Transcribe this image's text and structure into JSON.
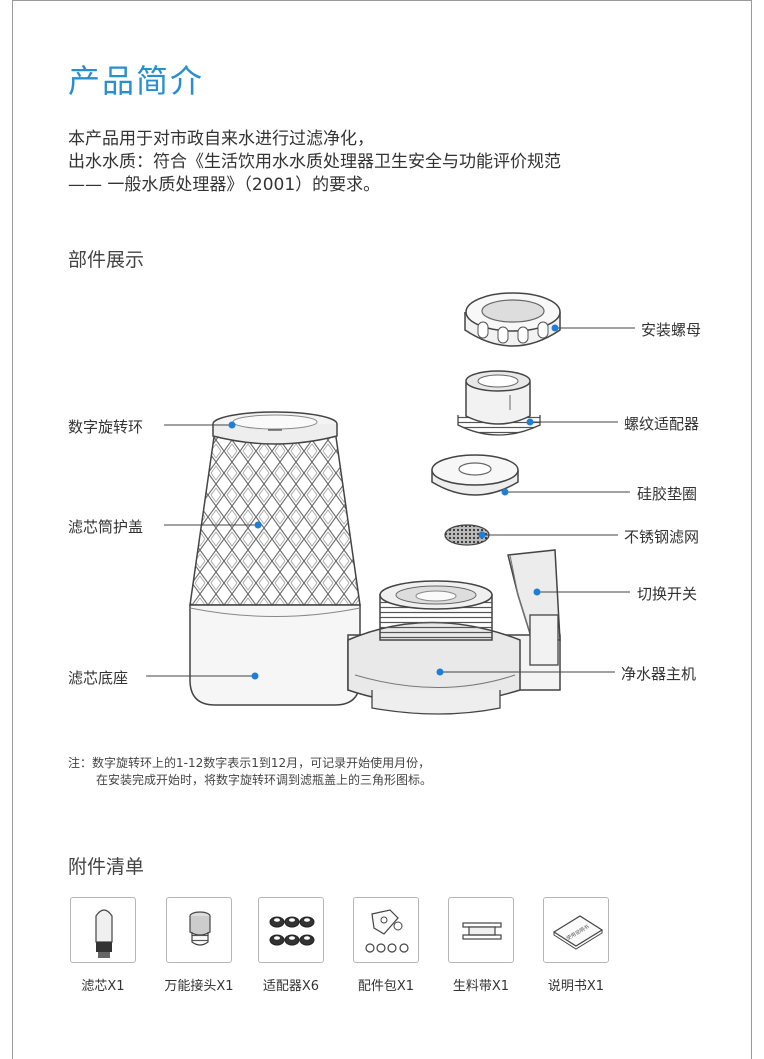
{
  "title": "产品简介",
  "intro": {
    "line1": "本产品用于对市政自来水进行过滤净化，",
    "line2": "出水水质：符合《生活饮用水水质处理器卫生安全与功能评价规范",
    "line3": "—— 一般水质处理器》（2001）的要求。"
  },
  "parts": {
    "heading": "部件展示",
    "labels": {
      "nut": "安装螺母",
      "adapter": "螺纹适配器",
      "gasket": "硅胶垫圈",
      "mesh": "不锈钢滤网",
      "switch": "切换开关",
      "main_body": "净水器主机",
      "dial_ring": "数字旋转环",
      "cover": "滤芯筒护盖",
      "base": "滤芯底座"
    }
  },
  "note": {
    "line1": "注：数字旋转环上的1-12数字表示1到12月，可记录开始使用月份，",
    "line2": "在安装完成开始时，将数字旋转环调到滤瓶盖上的三角形图标。"
  },
  "accessories": {
    "heading": "附件清单",
    "items": [
      {
        "label": "滤芯X1",
        "icon": "filter-cartridge-icon"
      },
      {
        "label": "万能接头X1",
        "icon": "universal-connector-icon"
      },
      {
        "label": "适配器X6",
        "icon": "adapters-icon"
      },
      {
        "label": "配件包X1",
        "icon": "parts-kit-icon"
      },
      {
        "label": "生料带X1",
        "icon": "ptfe-tape-icon"
      },
      {
        "label": "说明书X1",
        "icon": "manual-icon"
      }
    ],
    "manual_cover_text": "使用说明书"
  },
  "colors": {
    "accent": "#2a8fcf",
    "callout_dot": "#1f7fd6",
    "line": "#444444"
  }
}
